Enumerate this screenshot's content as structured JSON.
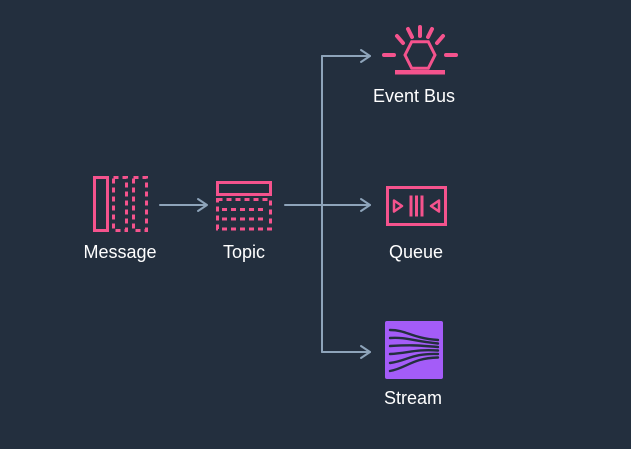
{
  "diagram": {
    "nodes": [
      {
        "id": "message",
        "label": "Message",
        "icon": "message-icon"
      },
      {
        "id": "topic",
        "label": "Topic",
        "icon": "topic-icon"
      },
      {
        "id": "event_bus",
        "label": "Event Bus",
        "icon": "event-bus-icon"
      },
      {
        "id": "queue",
        "label": "Queue",
        "icon": "queue-icon"
      },
      {
        "id": "stream",
        "label": "Stream",
        "icon": "stream-icon"
      }
    ],
    "edges": [
      {
        "from": "Message",
        "to": "Topic"
      },
      {
        "from": "Topic",
        "to": "Event Bus"
      },
      {
        "from": "Topic",
        "to": "Queue"
      },
      {
        "from": "Topic",
        "to": "Stream"
      }
    ],
    "colors": {
      "background": "#232F3E",
      "node_pink": "#F5538D",
      "stream_purple": "#A45CF8",
      "stream_glyph": "#232F3E",
      "arrow": "#8EA4BA",
      "label_text": "#FFFFFF"
    }
  }
}
